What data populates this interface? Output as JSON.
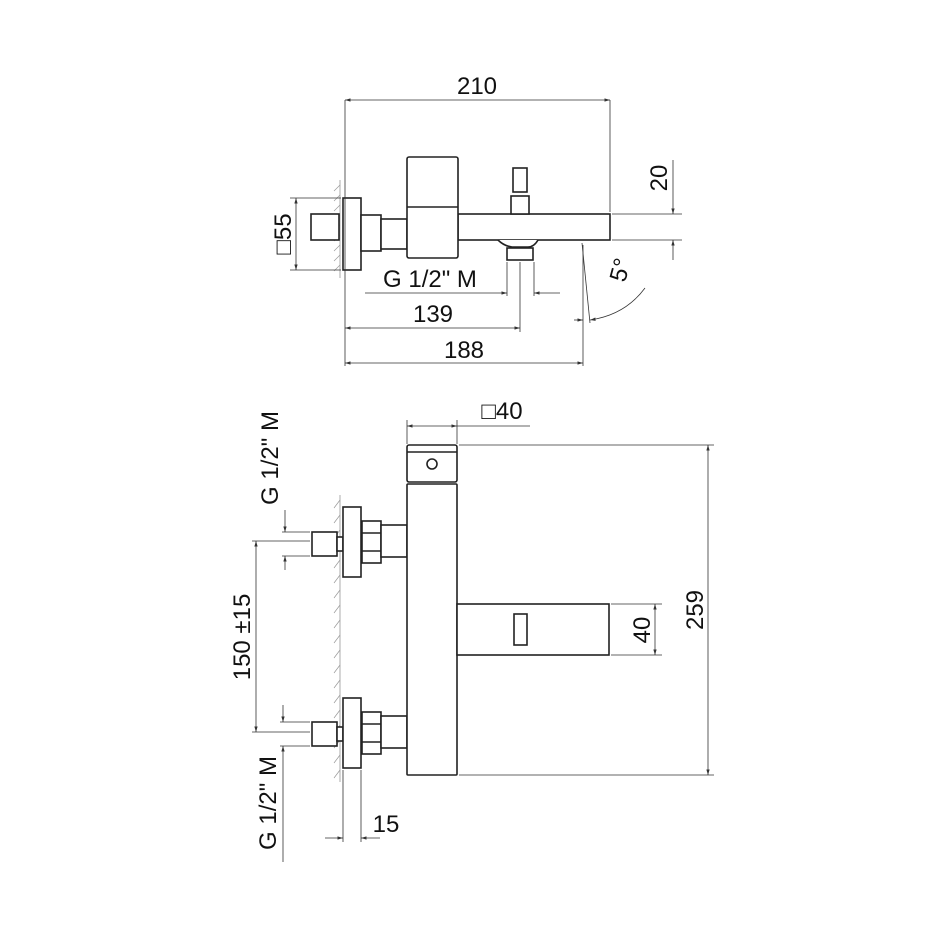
{
  "top_view": {
    "width_total": "210",
    "height_step": "20",
    "flange_square": "□55",
    "thread": "G 1/2\" M",
    "dim_139": "139",
    "dim_188": "188",
    "angle": "5°"
  },
  "front_view": {
    "body_square": "□40",
    "spout_height": "40",
    "height_total": "259",
    "centers": "150 ±15",
    "thread_upper": "G 1/2\" M",
    "thread_lower": "G 1/2\" M",
    "wall_depth": "15"
  },
  "colors": {
    "line": "#222222",
    "background": "#ffffff"
  }
}
